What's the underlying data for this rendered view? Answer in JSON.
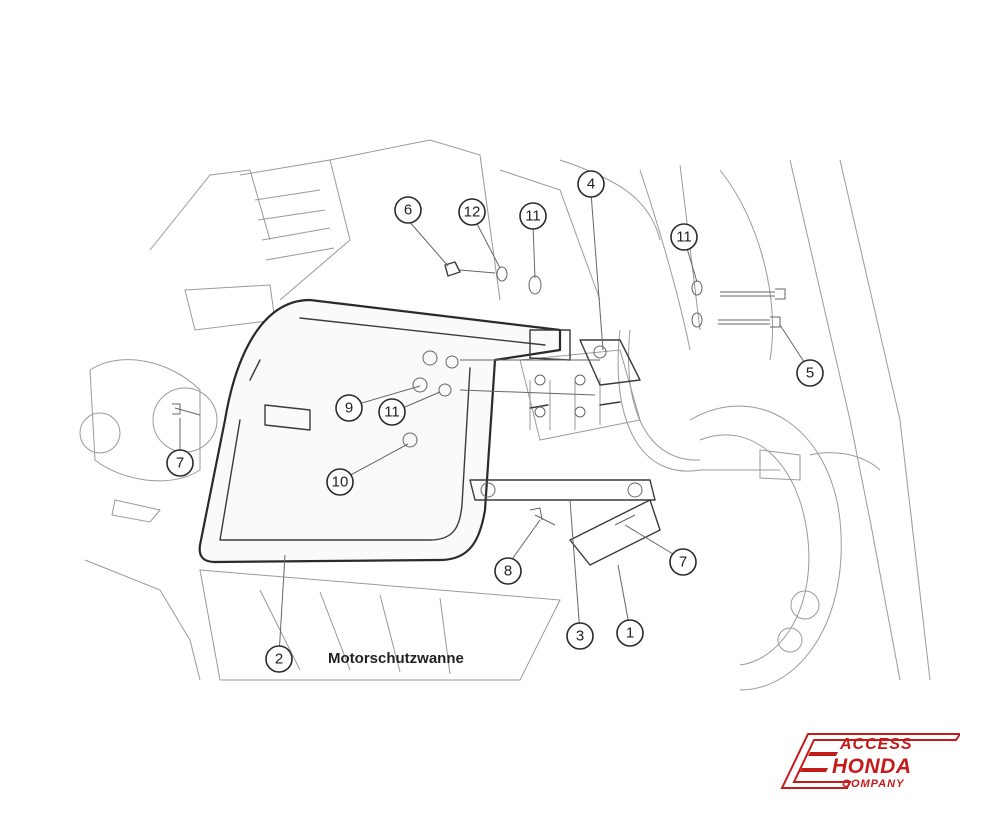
{
  "caption": "Motorschutzwanne",
  "logo": {
    "line1": "ACCESS",
    "line2": "HONDA",
    "line3": "COMPANY",
    "color": "#c41a1a"
  },
  "callouts": [
    "6",
    "12",
    "11",
    "4",
    "11",
    "5",
    "9",
    "11",
    "7",
    "10",
    "8",
    "7",
    "2",
    "3",
    "1"
  ]
}
